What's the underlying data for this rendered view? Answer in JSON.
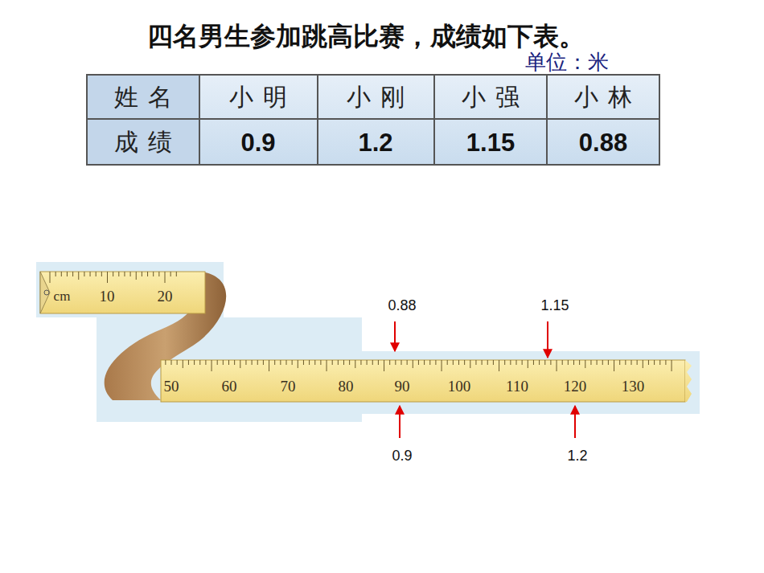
{
  "diagram": {
    "title": "四名男生参加跳高比赛，成绩如下表。",
    "labels": [
      "单位：米",
      "姓名",
      "小明",
      "小刚",
      "小强",
      "小林",
      "成绩",
      "0.9",
      "1.2",
      "1.15",
      "0.88",
      "cm",
      "10",
      "20",
      "50",
      "60",
      "70",
      "80",
      "90",
      "100",
      "110",
      "120",
      "130",
      "0.88",
      "1.15",
      "0.9",
      "1.2"
    ]
  }
}
